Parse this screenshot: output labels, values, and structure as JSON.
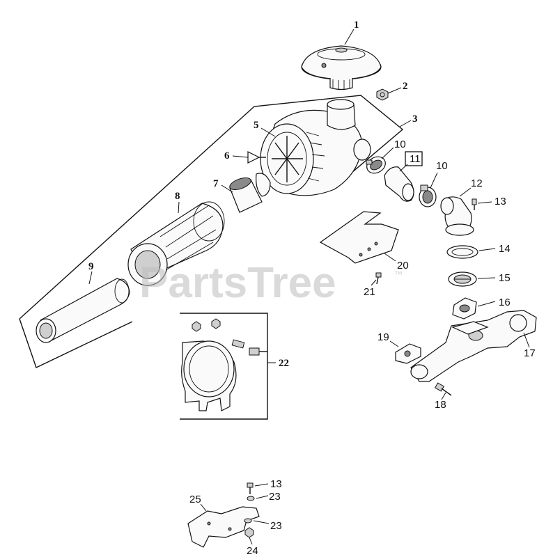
{
  "watermark": {
    "text": "PartsTree",
    "tm": "™"
  },
  "callouts": [
    {
      "id": "c1",
      "text": "1"
    },
    {
      "id": "c2",
      "text": "2"
    },
    {
      "id": "c3",
      "text": "3"
    },
    {
      "id": "c5",
      "text": "5"
    },
    {
      "id": "c6",
      "text": "6"
    },
    {
      "id": "c7",
      "text": "7"
    },
    {
      "id": "c8",
      "text": "8"
    },
    {
      "id": "c9",
      "text": "9"
    },
    {
      "id": "c10a",
      "text": "10"
    },
    {
      "id": "c11",
      "text": "11"
    },
    {
      "id": "c10b",
      "text": "10"
    },
    {
      "id": "c12",
      "text": "12"
    },
    {
      "id": "c13a",
      "text": "13"
    },
    {
      "id": "c14",
      "text": "14"
    },
    {
      "id": "c15",
      "text": "15"
    },
    {
      "id": "c16",
      "text": "16"
    },
    {
      "id": "c17",
      "text": "17"
    },
    {
      "id": "c18",
      "text": "18"
    },
    {
      "id": "c19",
      "text": "19"
    },
    {
      "id": "c20",
      "text": "20"
    },
    {
      "id": "c21",
      "text": "21"
    },
    {
      "id": "c22",
      "text": "22"
    },
    {
      "id": "c13b",
      "text": "13"
    },
    {
      "id": "c23a",
      "text": "23"
    },
    {
      "id": "c25",
      "text": "25"
    },
    {
      "id": "c23b",
      "text": "23"
    },
    {
      "id": "c24",
      "text": "24"
    }
  ]
}
